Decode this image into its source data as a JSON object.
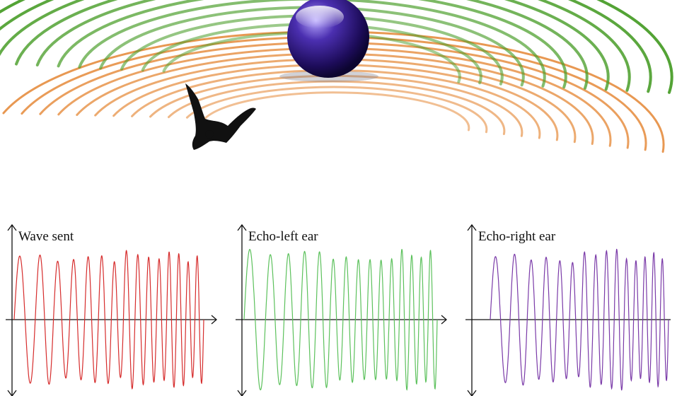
{
  "scene": {
    "emitted_wave_color": "#4a9e2a",
    "echo_wave_color": "#e58a3a",
    "object": "purple-sphere-icon",
    "bat": "bat-silhouette-icon"
  },
  "panels": [
    {
      "title": "Wave sent",
      "color": "#d62c2c"
    },
    {
      "title": "Echo-left ear",
      "color": "#5cc15c"
    },
    {
      "title": "Echo-right ear",
      "color": "#7a3aa8"
    }
  ]
}
